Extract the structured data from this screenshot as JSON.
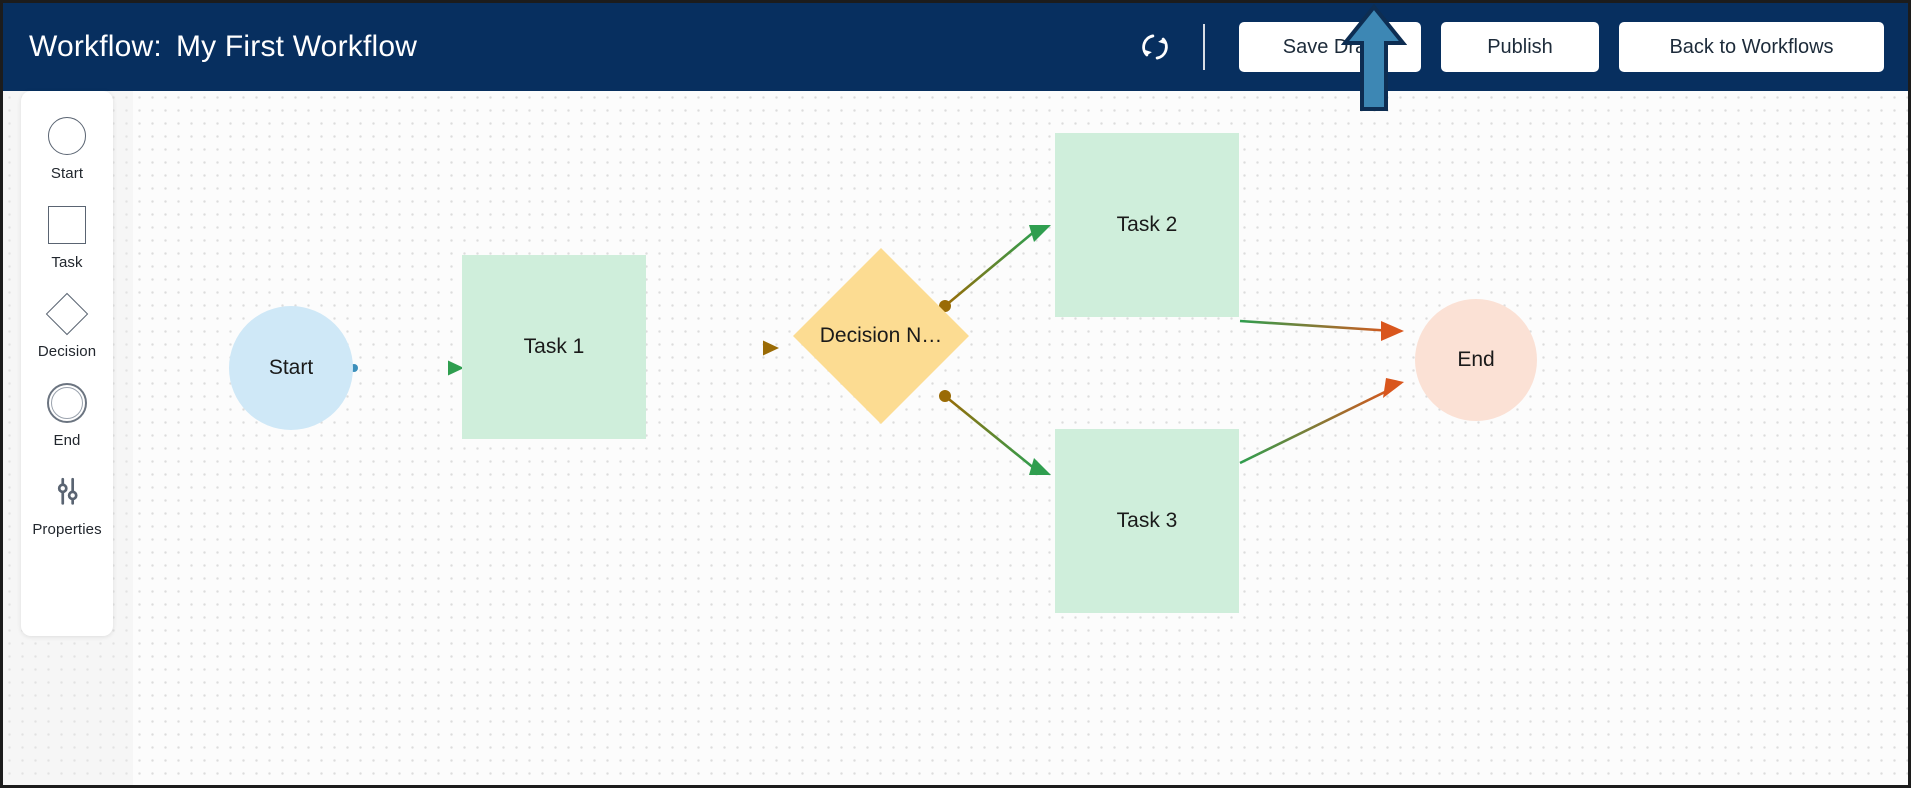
{
  "header": {
    "title_label": "Workflow:",
    "title_value": "My First Workflow",
    "sync_icon": "sync-icon",
    "buttons": [
      {
        "id": "save-draft",
        "label": "Save Draft"
      },
      {
        "id": "publish",
        "label": "Publish"
      },
      {
        "id": "back-to-workflows",
        "label": "Back to Workflows"
      }
    ],
    "background_color": "#072f5f",
    "button_background": "#ffffff",
    "button_text_color": "#1d2b3a"
  },
  "palette": {
    "items": [
      {
        "id": "start",
        "label": "Start",
        "icon": "circle-icon"
      },
      {
        "id": "task",
        "label": "Task",
        "icon": "square-icon"
      },
      {
        "id": "decision",
        "label": "Decision",
        "icon": "diamond-icon"
      },
      {
        "id": "end",
        "label": "End",
        "icon": "double-circle-icon"
      },
      {
        "id": "properties",
        "label": "Properties",
        "icon": "sliders-icon"
      }
    ]
  },
  "canvas": {
    "background_color": "#fcfcfc",
    "grid": "dotted",
    "nodes": [
      {
        "id": "start",
        "label": "Start",
        "shape": "circle",
        "color": "#cfe8f7"
      },
      {
        "id": "task1",
        "label": "Task 1",
        "shape": "square",
        "color": "#cfeedb"
      },
      {
        "id": "decision",
        "label": "Decision N…",
        "shape": "diamond",
        "color": "#fcdc92"
      },
      {
        "id": "task2",
        "label": "Task 2",
        "shape": "square",
        "color": "#cfeedb"
      },
      {
        "id": "task3",
        "label": "Task 3",
        "shape": "square",
        "color": "#cfeedb"
      },
      {
        "id": "end",
        "label": "End",
        "shape": "circle",
        "color": "#fbe1d5"
      }
    ],
    "edges": [
      {
        "from": "start",
        "to": "task1"
      },
      {
        "from": "task1",
        "to": "decision"
      },
      {
        "from": "decision",
        "to": "task2"
      },
      {
        "from": "decision",
        "to": "task3"
      },
      {
        "from": "task2",
        "to": "end"
      },
      {
        "from": "task3",
        "to": "end"
      }
    ]
  },
  "annotation": {
    "arrow": "up-arrow-annotation",
    "points_to": "publish",
    "fill_color": "#3d87b4",
    "stroke_color": "#0d2d52"
  }
}
